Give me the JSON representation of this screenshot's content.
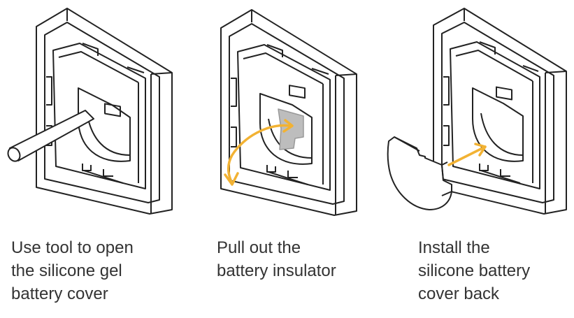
{
  "colors": {
    "line": "#222222",
    "accent": "#f2b233",
    "insulator": "#bdbdbd",
    "text": "#333333"
  },
  "steps": [
    {
      "icons": [
        "device-frame",
        "tool-rod"
      ],
      "lines": [
        "Use tool to open",
        "the silicone gel",
        "battery cover"
      ]
    },
    {
      "icons": [
        "device-frame",
        "battery-insulator",
        "pull-arrow"
      ],
      "lines": [
        "Pull out the",
        "battery insulator"
      ]
    },
    {
      "icons": [
        "device-frame",
        "silicone-cover",
        "insert-arrow"
      ],
      "lines": [
        "Install the",
        "silicone battery",
        "cover back"
      ]
    }
  ]
}
